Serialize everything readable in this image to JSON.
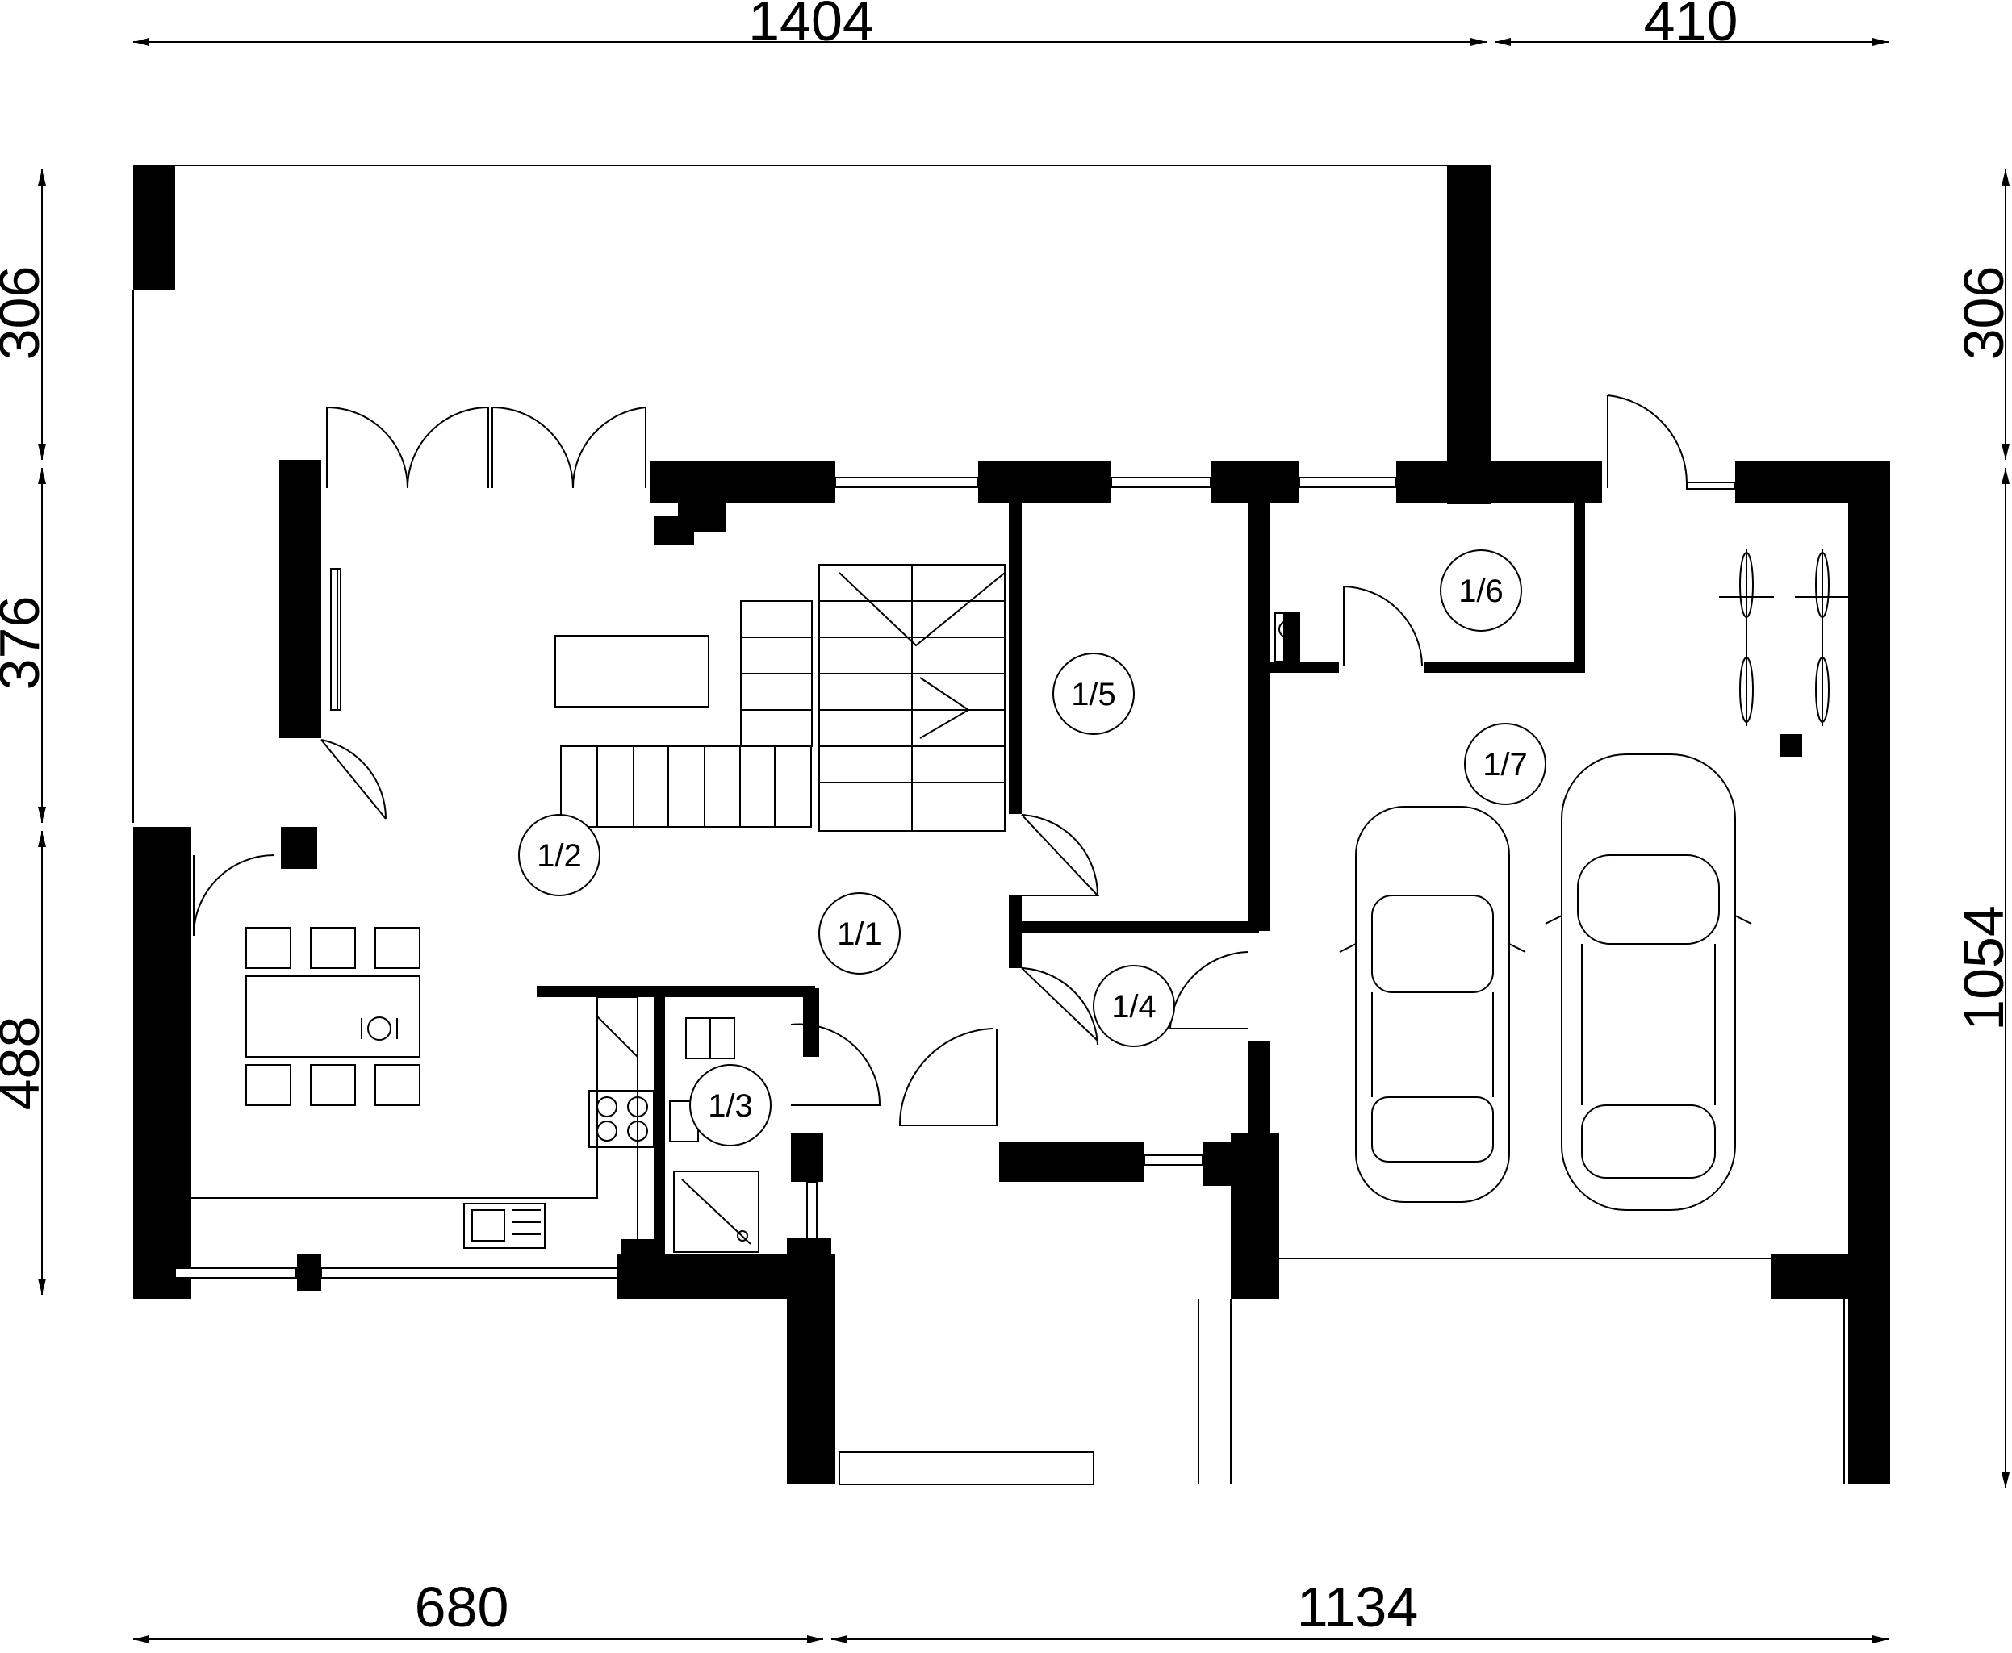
{
  "dimensions": {
    "top_left": "1404",
    "top_right": "410",
    "bottom_left": "680",
    "bottom_right": "1134",
    "left_upper": "306",
    "left_middle": "376",
    "left_lower": "488",
    "right_upper": "306",
    "right_lower": "1054"
  },
  "rooms": [
    {
      "id": "r11",
      "label": "1/1"
    },
    {
      "id": "r12",
      "label": "1/2"
    },
    {
      "id": "r13",
      "label": "1/3"
    },
    {
      "id": "r14",
      "label": "1/4"
    },
    {
      "id": "r15",
      "label": "1/5"
    },
    {
      "id": "r16",
      "label": "1/6"
    },
    {
      "id": "r17",
      "label": "1/7"
    }
  ]
}
